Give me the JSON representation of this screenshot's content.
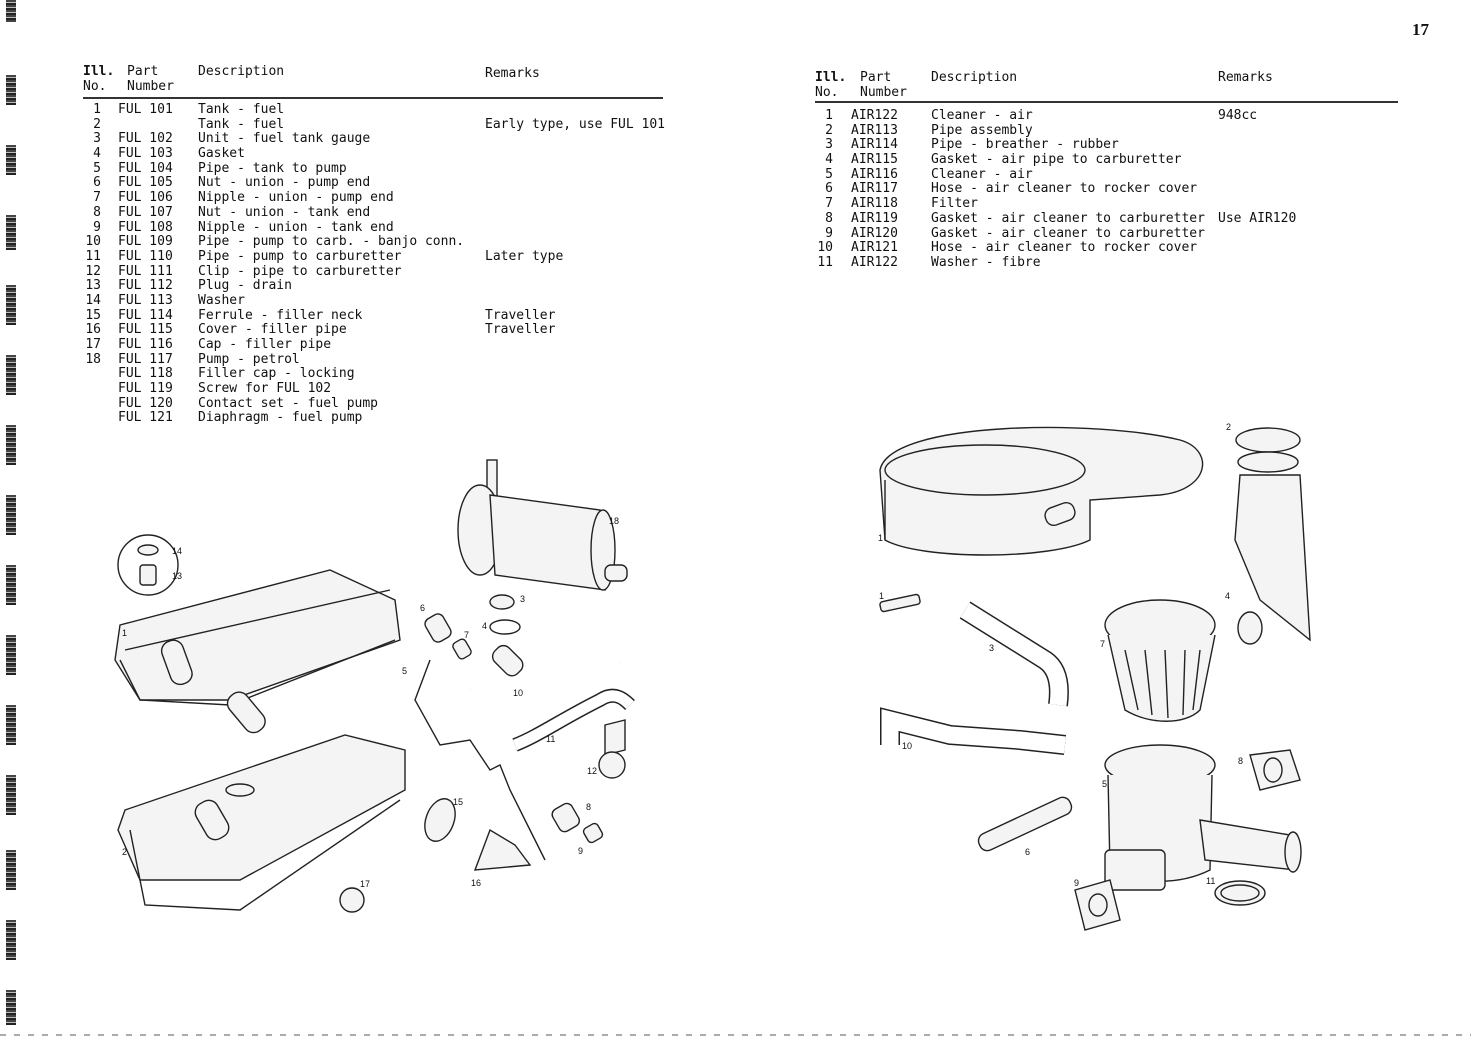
{
  "page_number": "17",
  "fuel_table": {
    "headers": {
      "ill": "Ill.",
      "no": "No.",
      "part": "Part",
      "number": "Number",
      "description": "Description",
      "remarks": "Remarks"
    },
    "rows": [
      {
        "no": "1",
        "part": "FUL 101",
        "desc": "Tank - fuel",
        "remarks": ""
      },
      {
        "no": "2",
        "part": "",
        "desc": "Tank - fuel",
        "remarks": "Early type, use FUL 101"
      },
      {
        "no": "3",
        "part": "FUL 102",
        "desc": "Unit - fuel tank gauge",
        "remarks": ""
      },
      {
        "no": "4",
        "part": "FUL 103",
        "desc": "Gasket",
        "remarks": ""
      },
      {
        "no": "5",
        "part": "FUL 104",
        "desc": "Pipe - tank to pump",
        "remarks": ""
      },
      {
        "no": "6",
        "part": "FUL 105",
        "desc": "Nut - union - pump end",
        "remarks": ""
      },
      {
        "no": "7",
        "part": "FUL 106",
        "desc": "Nipple - union - pump end",
        "remarks": ""
      },
      {
        "no": "8",
        "part": "FUL 107",
        "desc": "Nut - union - tank end",
        "remarks": ""
      },
      {
        "no": "9",
        "part": "FUL 108",
        "desc": "Nipple - union - tank end",
        "remarks": ""
      },
      {
        "no": "10",
        "part": "FUL 109",
        "desc": "Pipe - pump to carb. - banjo conn.",
        "remarks": ""
      },
      {
        "no": "11",
        "part": "FUL 110",
        "desc": "Pipe - pump to carburetter",
        "remarks": "Later type"
      },
      {
        "no": "12",
        "part": "FUL 111",
        "desc": "Clip - pipe to carburetter",
        "remarks": ""
      },
      {
        "no": "13",
        "part": "FUL 112",
        "desc": "Plug - drain",
        "remarks": ""
      },
      {
        "no": "14",
        "part": "FUL 113",
        "desc": "Washer",
        "remarks": ""
      },
      {
        "no": "15",
        "part": "FUL 114",
        "desc": "Ferrule - filler neck",
        "remarks": "Traveller"
      },
      {
        "no": "16",
        "part": "FUL 115",
        "desc": "Cover - filler pipe",
        "remarks": "Traveller"
      },
      {
        "no": "17",
        "part": "FUL 116",
        "desc": "Cap - filler pipe",
        "remarks": ""
      },
      {
        "no": "18",
        "part": "FUL 117",
        "desc": "Pump - petrol",
        "remarks": ""
      },
      {
        "no": "",
        "part": "FUL 118",
        "desc": "Filler cap - locking",
        "remarks": ""
      },
      {
        "no": "",
        "part": "FUL 119",
        "desc": "Screw for FUL 102",
        "remarks": ""
      },
      {
        "no": "",
        "part": "FUL 120",
        "desc": "Contact set - fuel pump",
        "remarks": ""
      },
      {
        "no": "",
        "part": "FUL 121",
        "desc": "Diaphragm - fuel pump",
        "remarks": ""
      }
    ]
  },
  "air_table": {
    "headers": {
      "ill": "Ill.",
      "no": "No.",
      "part": "Part",
      "number": "Number",
      "description": "Description",
      "remarks": "Remarks"
    },
    "rows": [
      {
        "no": "1",
        "part": "AIR122",
        "desc": "Cleaner - air",
        "remarks": "948cc"
      },
      {
        "no": "2",
        "part": "AIR113",
        "desc": "Pipe assembly",
        "remarks": ""
      },
      {
        "no": "3",
        "part": "AIR114",
        "desc": "Pipe - breather - rubber",
        "remarks": ""
      },
      {
        "no": "4",
        "part": "AIR115",
        "desc": "Gasket - air pipe to carburetter",
        "remarks": ""
      },
      {
        "no": "5",
        "part": "AIR116",
        "desc": "Cleaner - air",
        "remarks": ""
      },
      {
        "no": "6",
        "part": "AIR117",
        "desc": "Hose - air cleaner to rocker cover",
        "remarks": ""
      },
      {
        "no": "7",
        "part": "AIR118",
        "desc": "Filter",
        "remarks": ""
      },
      {
        "no": "8",
        "part": "AIR119",
        "desc": "Gasket - air cleaner to carburetter",
        "remarks": "Use AIR120"
      },
      {
        "no": "9",
        "part": "AIR120",
        "desc": "Gasket - air cleaner to carburetter",
        "remarks": ""
      },
      {
        "no": "10",
        "part": "AIR121",
        "desc": "Hose - air cleaner to rocker cover",
        "remarks": ""
      },
      {
        "no": "11",
        "part": "AIR122",
        "desc": "Washer - fibre",
        "remarks": ""
      }
    ]
  },
  "fuel_diagram_callouts": [
    "14",
    "13",
    "1",
    "18",
    "3",
    "4",
    "6",
    "7",
    "5",
    "10",
    "11",
    "12",
    "15",
    "8",
    "9",
    "16",
    "2",
    "17"
  ],
  "air_diagram_callouts": [
    "2",
    "1",
    "1",
    "3",
    "4",
    "7",
    "10",
    "8",
    "5",
    "6",
    "9",
    "11"
  ]
}
